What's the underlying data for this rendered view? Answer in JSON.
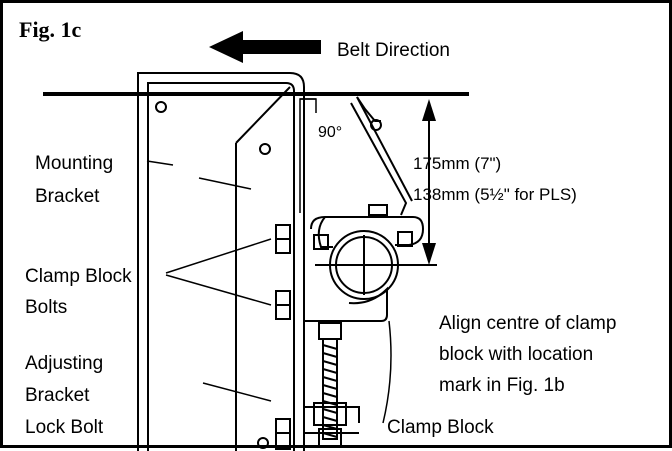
{
  "figure_label": "Fig. 1c",
  "labels": {
    "belt_direction": "Belt Direction",
    "angle": "90°",
    "dimension_1": "175mm (7\")",
    "dimension_2": "138mm (5½\" for PLS)",
    "mounting_bracket_1": "Mounting",
    "mounting_bracket_2": "Bracket",
    "clamp_bolts_1": "Clamp Block",
    "clamp_bolts_2": "Bolts",
    "adjusting_1": "Adjusting",
    "adjusting_2": "Bracket",
    "adjusting_3": "Lock Bolt",
    "align_1": "Align centre of clamp",
    "align_2": "block with location",
    "align_3": "mark in Fig. 1b",
    "clamp_block": "Clamp Block"
  }
}
